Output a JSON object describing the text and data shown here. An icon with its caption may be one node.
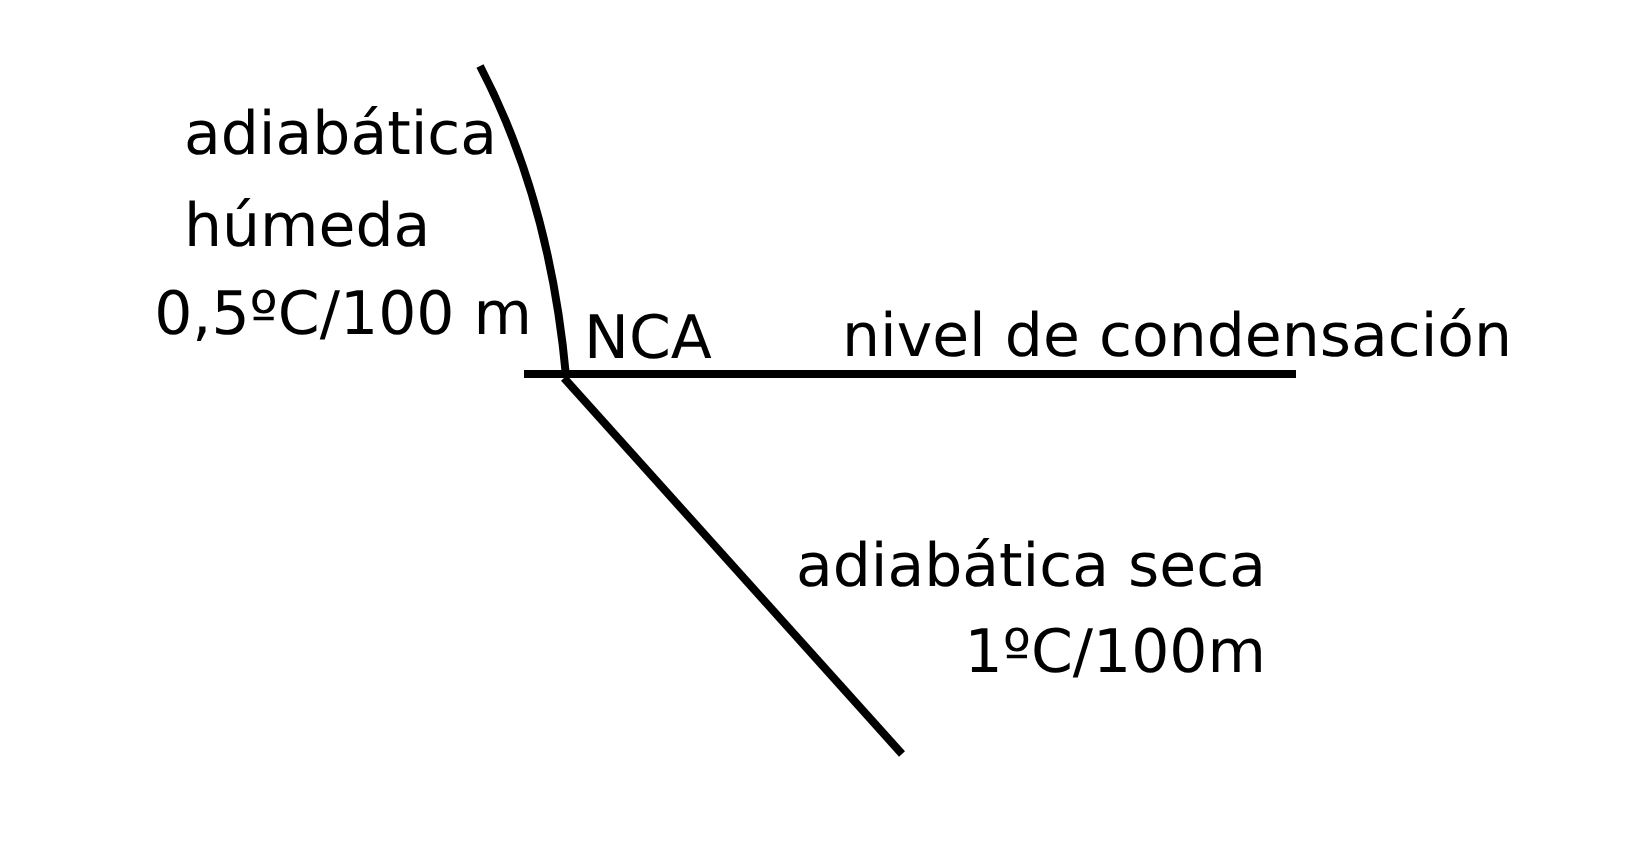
{
  "diagram": {
    "labels": [
      "adiabática húmeda",
      "0,5ºC/100 m",
      "NCA",
      "nivel de condensación",
      "adiabática seca",
      "1ºC/100m"
    ]
  }
}
